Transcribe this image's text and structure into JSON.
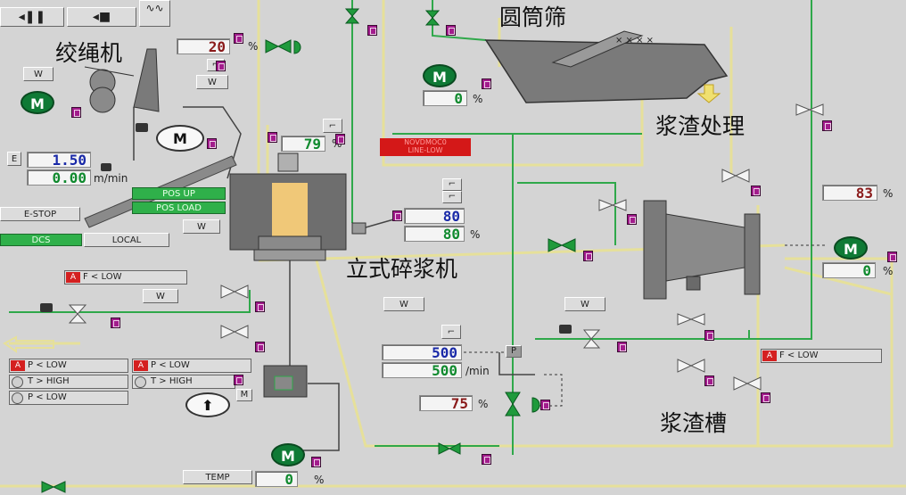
{
  "labels": {
    "twister": "绞绳机",
    "drum_screen": "圆筒筛",
    "reject_treatment": "浆渣处理",
    "vertical_pulper": "立式碎浆机",
    "reject_tank": "浆渣槽"
  },
  "values": {
    "valve_top_pct": "20",
    "pulper_level": "79",
    "speed_setpoint": "1.50",
    "speed_actual": "0.00",
    "consistency_sp": "80",
    "consistency_pv": "80",
    "screen_motor_pct": "0",
    "detrasher_pct": "83",
    "right_motor_pct": "0",
    "rpm_setpoint": "500",
    "rpm_actual": "500",
    "valve_bottom_pct": "75",
    "bottom_motor_pct": "0"
  },
  "units": {
    "pct": "%",
    "m_per_min": "m/min",
    "per_min": "/min"
  },
  "buttons": {
    "w": "W",
    "estop": "E-STOP",
    "dcs": "DCS",
    "local": "LOCAL",
    "pos_up": "POS UP",
    "pos_load": "POS LOAD",
    "temp": "TEMP",
    "manual": "M",
    "e": "E"
  },
  "alarms": {
    "f_low": "F < LOW",
    "p_low": "P < LOW",
    "t_high": "T > HIGH",
    "a": "A"
  },
  "red_indicator": {
    "line1": "NOVDMOC0",
    "line2": "LINE-LOW"
  },
  "motor_label": "M",
  "colors": {
    "background": "#d4d4d4",
    "pipe_green": "#2fa84a",
    "pipe_yellow": "#e8e4a0",
    "tag": "#a21c8c",
    "motor": "#0f7a35",
    "alarm": "#d42020",
    "tank_fill": "#f0c878"
  }
}
